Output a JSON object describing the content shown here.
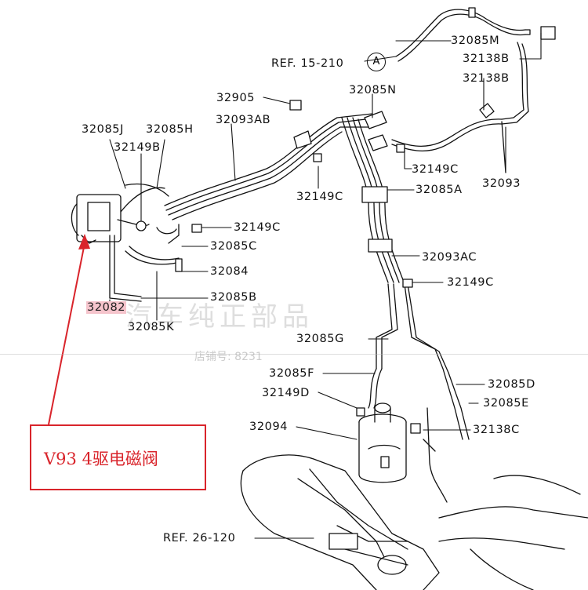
{
  "labels": {
    "p32085m": "32085M",
    "p32138b_1": "32138B",
    "p32138b_2": "32138B",
    "ref15": "REF. 15-210",
    "ref_a": "A",
    "p32905": "32905",
    "p32085n": "32085N",
    "p32085j": "32085J",
    "p32085h": "32085H",
    "p32093ab": "32093AB",
    "p32149b": "32149B",
    "p32149c_1": "32149C",
    "p32149c_2": "32149C",
    "p32085a": "32085A",
    "p32093": "32093",
    "p32149c_3": "32149C",
    "p32085c": "32085C",
    "p32084": "32084",
    "p32093ac": "32093AC",
    "p32149c_4": "32149C",
    "p32082": "32082",
    "p32085b": "32085B",
    "p32085k": "32085K",
    "p32085g": "32085G",
    "p32085f": "32085F",
    "p32085d": "32085D",
    "p32149d": "32149D",
    "p32085e": "32085E",
    "p32094": "32094",
    "p32138c": "32138C",
    "ref26": "REF. 26-120"
  },
  "callout": {
    "text": "V93 4驱电磁阀",
    "color": "#d9242b"
  },
  "watermark": {
    "line1": "汽车纯正部品",
    "line2": "店铺号: 8231"
  },
  "highlight_color": "#f5c4cc",
  "part_icons": [
    "solenoid-valve-icon",
    "vacuum-tank-icon",
    "clamp-icon",
    "bolt-icon",
    "hose-icon",
    "transfer-case-icon"
  ]
}
